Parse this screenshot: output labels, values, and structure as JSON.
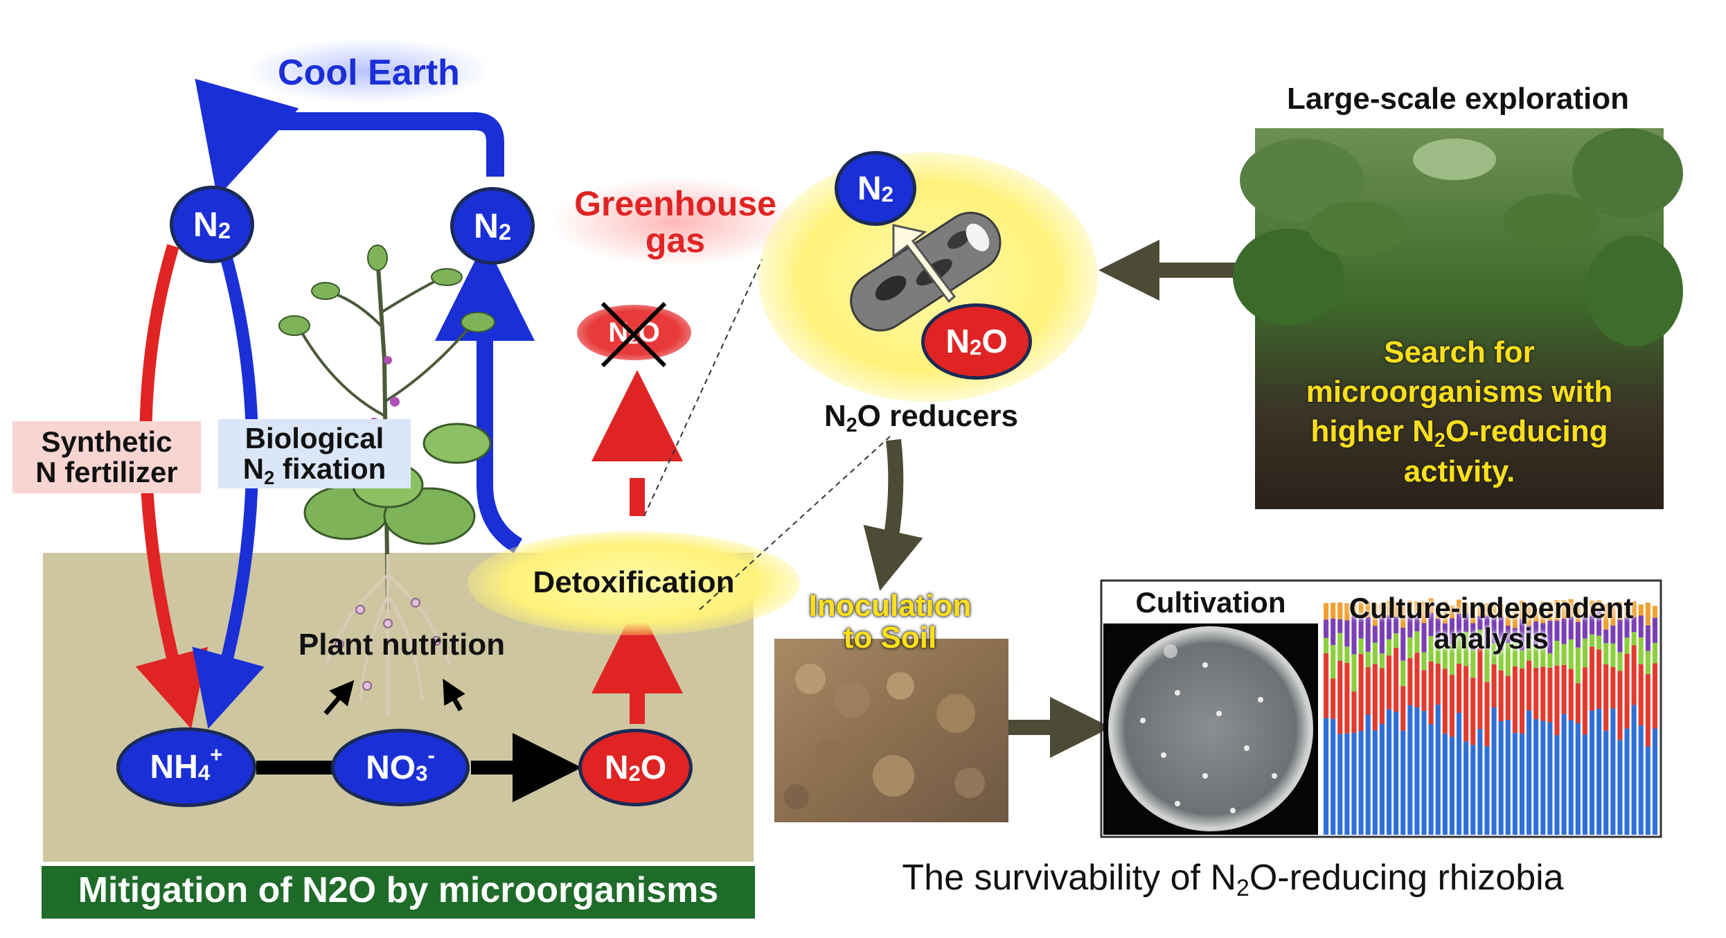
{
  "labels": {
    "cool_earth": "Cool Earth",
    "greenhouse_gas_1": "Greenhouse",
    "greenhouse_gas_2": "gas",
    "synthetic_1": "Synthetic",
    "synthetic_2": "N fertilizer",
    "biological_1": "Biological",
    "biological_2_prefix": "N",
    "biological_2_sub": "2",
    "biological_2_suffix": " fixation",
    "plant_nutrition": "Plant nutrition",
    "detoxification": "Detoxification",
    "n2o_reducers_prefix": "N",
    "n2o_reducers_sub": "2",
    "n2o_reducers_suffix": "O reducers",
    "large_scale": "Large-scale exploration",
    "search_1": "Search for",
    "search_2": "microorganisms with",
    "search_3_prefix": "higher N",
    "search_3_sub": "2",
    "search_3_suffix": "O-reducing",
    "search_4": "activity.",
    "inoculation_1": "Inoculation",
    "inoculation_2": "to Soil",
    "cultivation": "Cultivation",
    "culture_ind_1": "Culture-independent",
    "culture_ind_2": "analysis",
    "mitigation": "Mitigation of N2O by microorganisms",
    "survivability_prefix": "The survivability of N",
    "survivability_sub": "2",
    "survivability_suffix": "O-reducing rhizobia"
  },
  "nodes": {
    "n2_left": {
      "main": "N",
      "sub": "2"
    },
    "n2_right": {
      "main": "N",
      "sub": "2"
    },
    "n2_bact": {
      "main": "N",
      "sub": "2"
    },
    "n2o_bact": {
      "main": "N",
      "sub": "2",
      "tail": "O"
    },
    "nh4": {
      "main": "NH",
      "sub": "4",
      "sup": "+"
    },
    "no3": {
      "main": "NO",
      "sub": "3",
      "sup": "-"
    },
    "n2o_soil": {
      "main": "N",
      "sub": "2",
      "tail": "O"
    },
    "n2o_crossed": {
      "main": "N",
      "sub": "2",
      "tail": "O"
    }
  },
  "colors": {
    "blue": "#1a2fd6",
    "red": "#e02424",
    "soil_panel": "#cdc6a0",
    "green_banner": "#1e6b2a",
    "olive_arrow": "#4d4a35",
    "highlight_yellow": "#ffe01a"
  }
}
